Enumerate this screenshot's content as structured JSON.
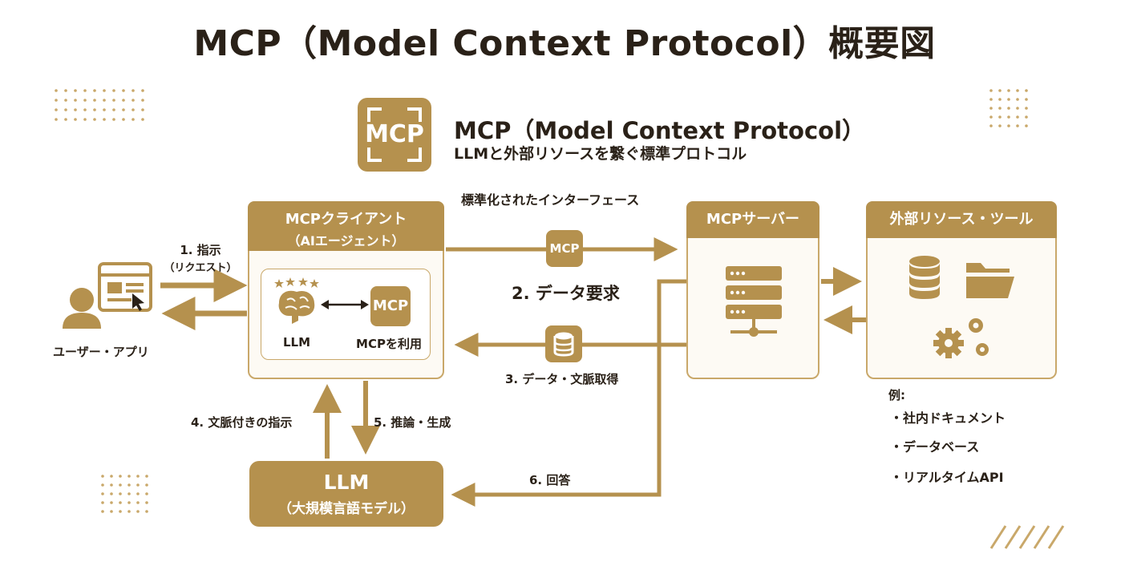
{
  "title": "MCP（Model Context Protocol）概要図",
  "header": {
    "logo": "MCP",
    "name": "MCP（Model Context Protocol）",
    "subtitle": "LLMと外部リソースを繋ぐ標準プロトコル"
  },
  "interface_label": "標準化されたインターフェース",
  "user": {
    "label": "ユーザー・アプリ"
  },
  "client": {
    "title": "MCPクライアント",
    "subtitle": "（AIエージェント）",
    "llm_label": "LLM",
    "mcp_chip": "MCP",
    "mcp_use_label": "MCPを利用"
  },
  "server": {
    "title": "MCPサーバー"
  },
  "resources": {
    "title": "外部リソース・ツール",
    "examples_heading": "例:",
    "examples": [
      "・社内ドキュメント",
      "・データベース",
      "・リアルタイムAPI"
    ]
  },
  "llm_model": {
    "title": "LLM",
    "subtitle": "（大規模言語モデル）"
  },
  "steps": {
    "s1": "1. 指示",
    "s1_sub": "（リクエスト）",
    "s2": "2. データ要求",
    "s2_chip": "MCP",
    "s3": "3. データ・文脈取得",
    "s4": "4. 文脈付きの指示",
    "s5": "5. 推論・生成",
    "s6": "6. 回答"
  },
  "colors": {
    "accent": "#b5914e",
    "light": "#fdfaf4",
    "border": "#c9a86a",
    "text": "#2a2118"
  }
}
